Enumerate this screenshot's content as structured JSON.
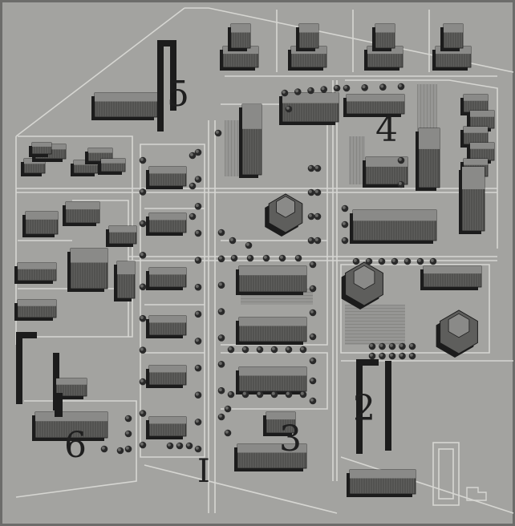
{
  "map": {
    "colors": {
      "paper": "#a3a3a0",
      "paper_light": "#b4b4b1",
      "road_line": "#dcdcd8",
      "building_top": "#8a8a88",
      "building_face": "#5e5e5c",
      "shadow": "#1c1c1c",
      "tree": "#2a2a2a",
      "numeral": "#1f1f1f"
    },
    "district_labels": [
      {
        "id": "district-1",
        "text": "I"
      },
      {
        "id": "district-2",
        "text": "2"
      },
      {
        "id": "district-3",
        "text": "3"
      },
      {
        "id": "district-4",
        "text": "4"
      },
      {
        "id": "district-5",
        "text": "5"
      },
      {
        "id": "district-6",
        "text": "6"
      }
    ]
  }
}
